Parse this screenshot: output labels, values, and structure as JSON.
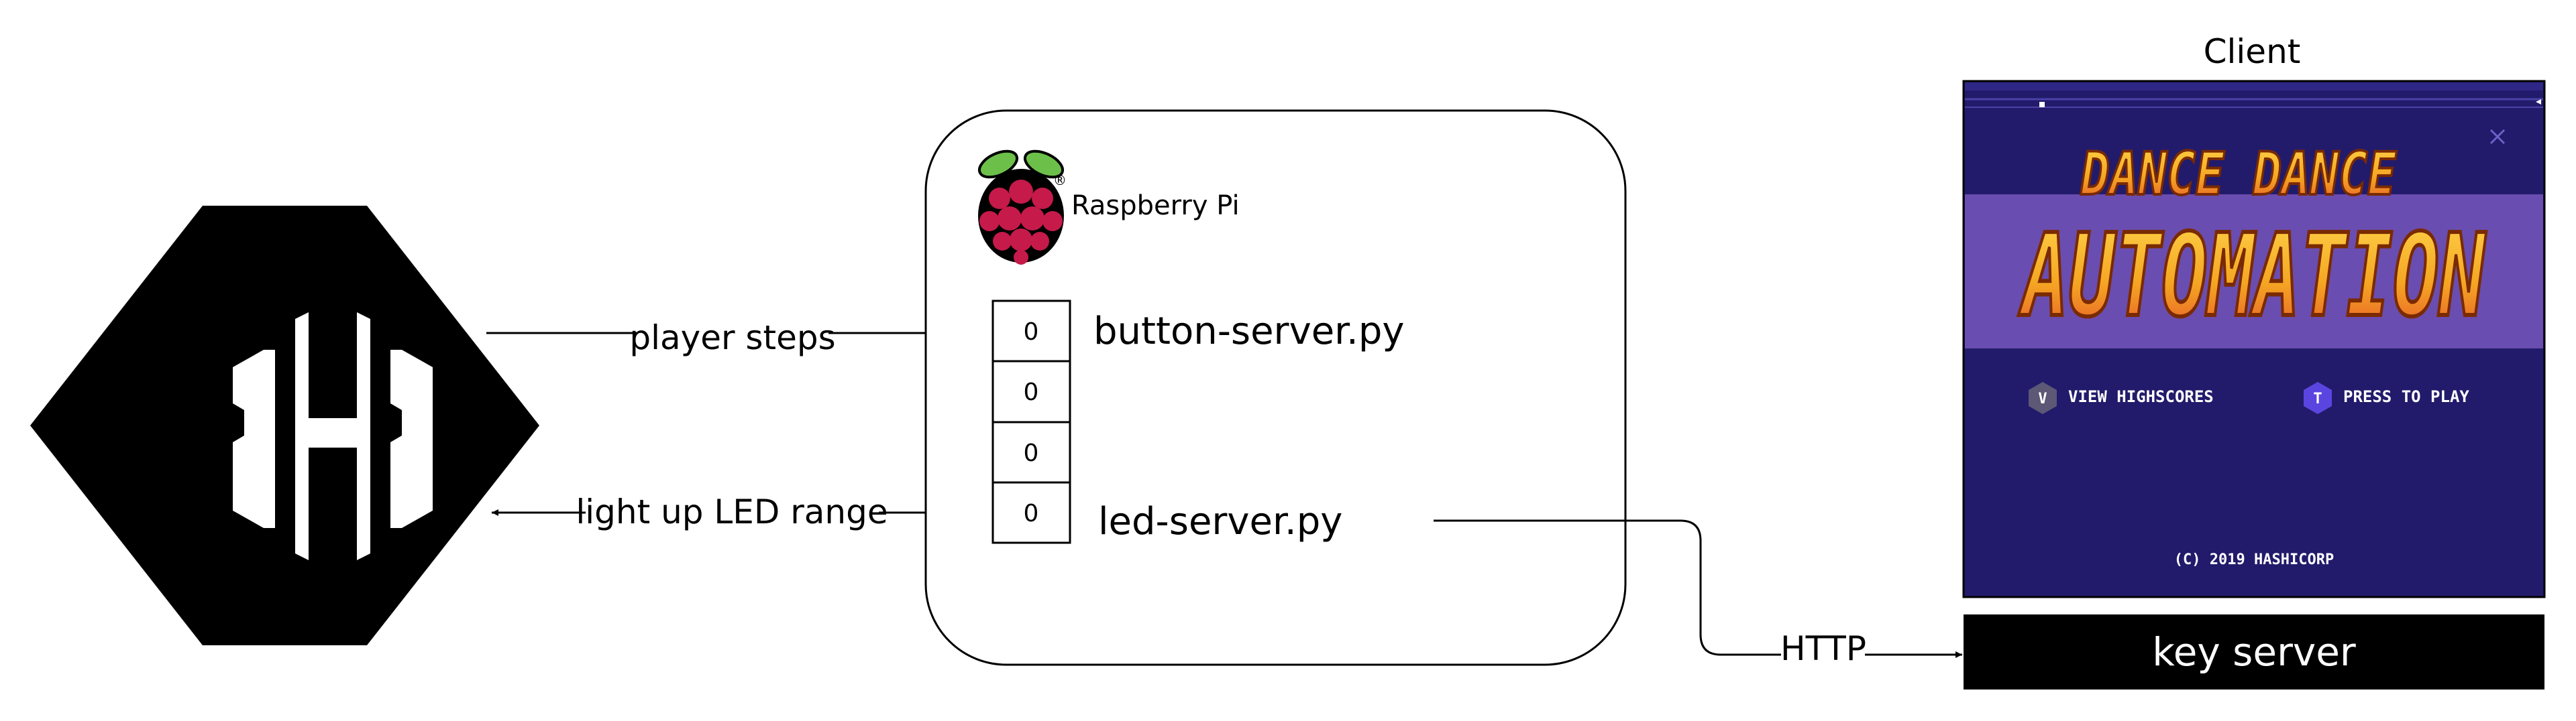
{
  "client": {
    "title": "Client",
    "game_title_line1": "DANCE DANCE",
    "game_title_line2": "AUTOMATION",
    "menu_view_key": "V",
    "menu_view_label": "VIEW HIGHSCORES",
    "menu_play_key": "T",
    "menu_play_label": "PRESS TO PLAY",
    "copyright": "(C) 2019 HASHICORP"
  },
  "raspberry_pi": {
    "label": "Raspberry Pi",
    "registered_mark": "®",
    "register_values": [
      "0",
      "0",
      "0",
      "0"
    ],
    "button_server": "button-server.py",
    "led_server": "led-server.py"
  },
  "edges": {
    "player_steps": "player steps",
    "light_up_led": "light up LED range",
    "http": "HTTP"
  },
  "key_server": {
    "label": "key server"
  },
  "colors": {
    "hexagon": "#000000",
    "screen_dark": "#221b6b",
    "screen_band": "#6a4db0",
    "title_fill": "#f5a623",
    "title_shadow": "#7a2a00",
    "pi_red": "#c51a4a",
    "pi_green": "#6cc04a"
  },
  "icons": [
    "hashicorp-logo-icon",
    "raspberry-pi-logo-icon"
  ]
}
